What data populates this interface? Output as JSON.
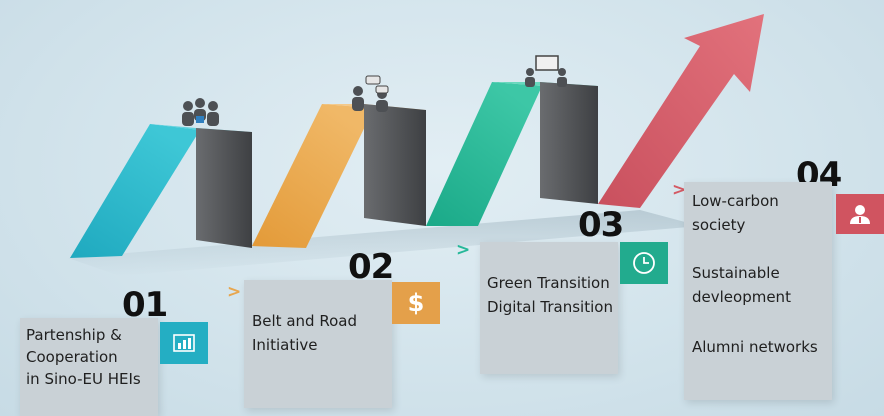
{
  "steps": [
    {
      "number": "01",
      "lines": [
        "Partenship &",
        "Cooperation",
        "in Sino-EU HEIs"
      ],
      "color": "#26b6c9",
      "icon": "bar-chart-icon"
    },
    {
      "number": "02",
      "lines": [
        "Belt and Road",
        "Initiative"
      ],
      "color": "#e7a64e",
      "icon": "dollar-icon"
    },
    {
      "number": "03",
      "lines": [
        "Green Transition",
        "Digital Transition"
      ],
      "color": "#26b899",
      "icon": "clock-icon"
    },
    {
      "number": "04",
      "lines": [
        "Low-carbon",
        "society",
        "",
        "Sustainable",
        "devleopment",
        "",
        "Alumni networks"
      ],
      "color": "#d45a64",
      "icon": "user-icon"
    }
  ],
  "colors": {
    "background": "#d6e6ee",
    "card": "#c9d1d6",
    "dark_pillar": "#55575a"
  }
}
